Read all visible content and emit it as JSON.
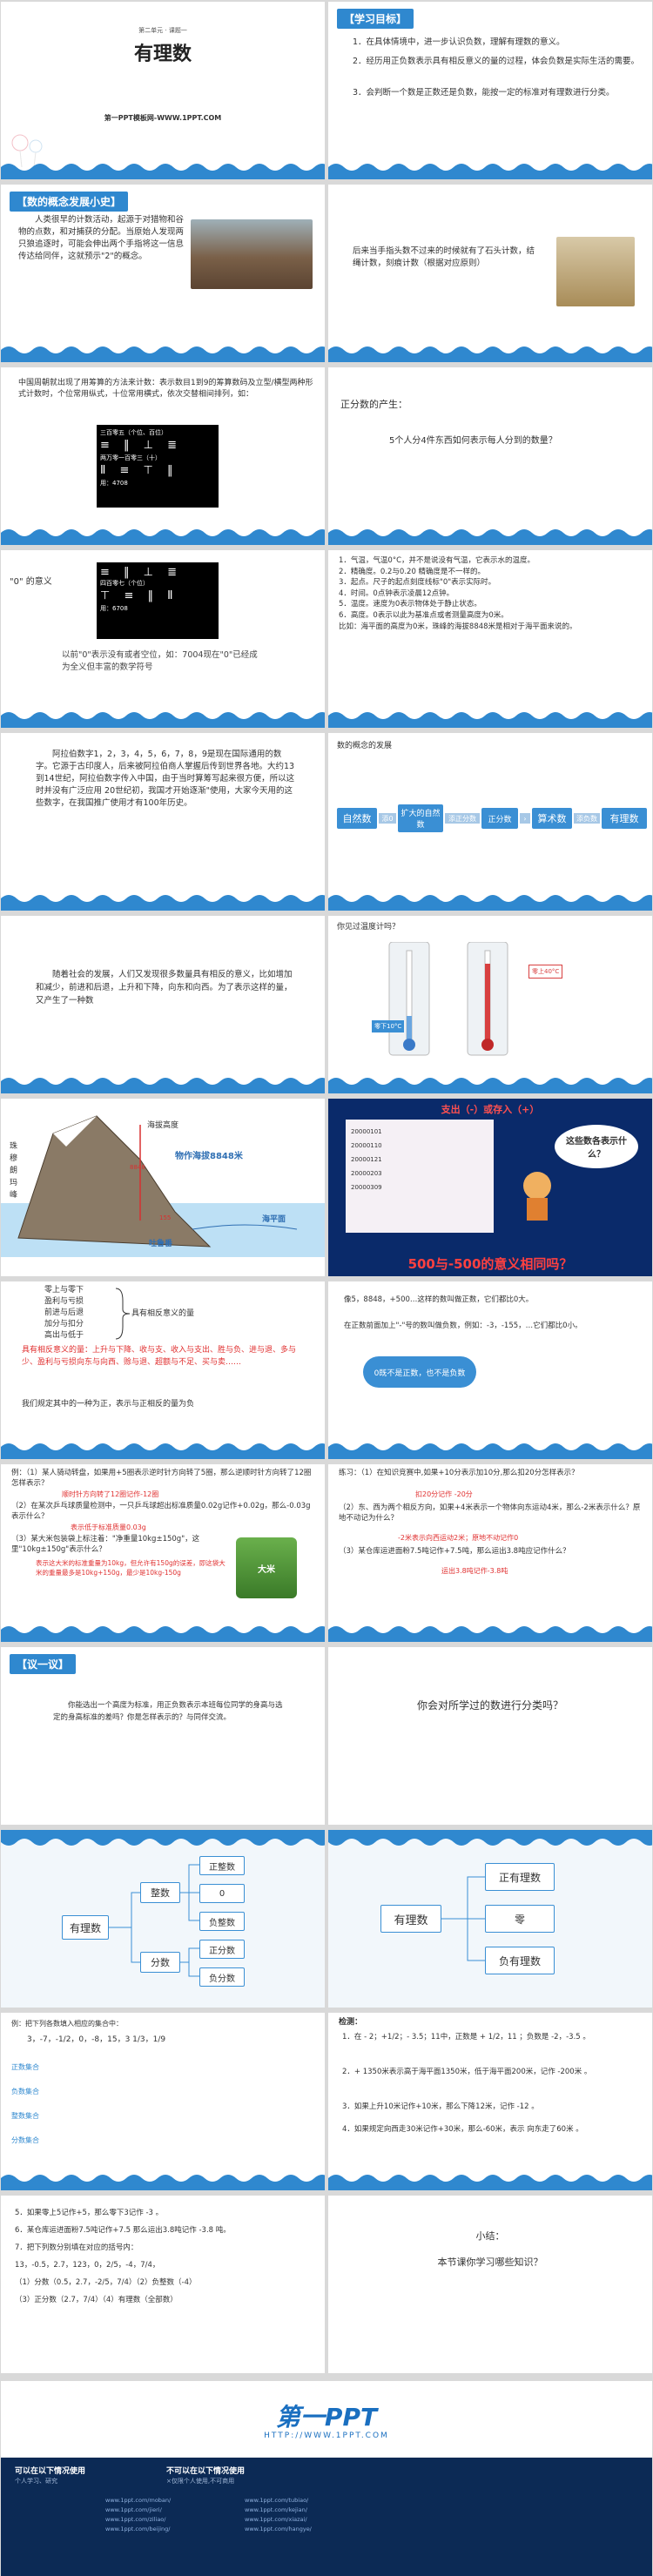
{
  "s1": {
    "unit": "第二单元 · 课题一",
    "title": "有理数",
    "footer": "第一PPT模板网-WWW.1PPT.COM"
  },
  "s2": {
    "tag": "【学习目标】",
    "items": [
      "1．在具体情境中，进一步认识负数，理解有理数的意义。",
      "2．经历用正负数表示具有相反意义的量的过程，体会负数是实际生活的需要。",
      "3．会判断一个数是正数还是负数，能按一定的标准对有理数进行分类。"
    ]
  },
  "s3": {
    "tag": "【数的概念发展小史】",
    "text": "人类很早的计数活动，起源于对猎物和谷物的点数，和对捕获的分配。当原始人发现两只狼追逐时，可能会伸出两个手指将这一信息传达给同伴，这就预示\"2\"的概念。"
  },
  "s4": {
    "text": "后来当手指头数不过来的时候就有了石头计数，结绳计数，刻痕计数（根据对应原则）"
  },
  "s5": {
    "text": "中国周朝就出现了用筹算的方法来计数：表示数目1到9的筹算数码及立型/横型两种形式计数时，个位常用纵式，十位常用横式，依次交替相间排列，如：",
    "rows": [
      "三百零五（个位、百位）",
      "两万零一百零三（十）",
      "四百零七（个位）"
    ],
    "nums": [
      "用：4708",
      "用：6708"
    ]
  },
  "s6": {
    "title": "正分数的产生：",
    "text": "5个人分4件东西如何表示每人分到的数量？"
  },
  "s7": {
    "title": "\"0\" 的意义",
    "text": "以前\"0\"表示没有或者空位，如：7004现在\"0\"已经成为全义但丰富的数学符号"
  },
  "s8": {
    "items": [
      "1．气温，气温0°C，并不是说没有气温，它表示水的温度。",
      "2．精确度。0.2与0.20 精确度是不一样的。",
      "3．起点。尺子的起点刻度线标\"0\"表示实际时。",
      "4．时间。0点钟表示凌晨12点钟。",
      "5．温度。速度为0表示物体处于静止状态。",
      "6．高度。0表示以此为基准点或者测量高度为0米。",
      "比如：海平面的高度为0米，珠峰的海拔8848米是相对于海平面来说的。"
    ]
  },
  "s9": {
    "text": "阿拉伯数字1，2，3，4，5，6，7，8，9是现在国际通用的数字。它源于古印度人，后来被阿拉伯商人掌握后传到世界各地。大约13到14世纪，阿拉伯数字传入中国，由于当时算筹写起来很方便，所以这时并没有广泛应用 20世纪初，我国才开始逐渐\"使用，大家今天用的这些数字，在我国推广使用才有100年历史。"
  },
  "s10": {
    "title": "数的概念的发展",
    "flow": [
      "自然数",
      "扩大的自然数",
      "正分数",
      "算术数",
      "有理数"
    ],
    "arrows": [
      "添0",
      "添正分数",
      "添负数"
    ]
  },
  "s11": {
    "text": "随着社会的发展，人们又发现很多数量具有相反的意义，比如增加和减少，前进和后退，上升和下降，向东和向西。为了表示这样的量，又产生了一种数"
  },
  "s12": {
    "title": "你见过温度计吗？",
    "labels": [
      "零上40°C",
      "零下10°C"
    ]
  },
  "s13": {
    "labels": [
      "珠穆朗玛峰",
      "海拔高度",
      "物作海拔8848米",
      "8848",
      "155",
      "海平面",
      "吐鲁番"
    ]
  },
  "s14": {
    "title": "支出（-）或存入（+）",
    "bubble": "这些数各表示什么？",
    "caption": "500与-500的意义相同吗？",
    "rows": [
      "20000101",
      "20000110",
      "20000121",
      "20000203",
      "20000309"
    ]
  },
  "s15": {
    "pairs": [
      "零上与零下",
      "盈利与亏损",
      "前进与后退",
      "加分与扣分",
      "高出与低于"
    ],
    "right": "具有相反意义的量",
    "text1": "具有相反意义的量：上升与下降、收与支、收入与支出、胜与负、进与退、多与少、盈利与亏损向东与向西、赊与退、超额与不足、买与卖……",
    "text2": "我们规定其中的一种为正，表示与正相反的量为负"
  },
  "s16": {
    "t1": "像5，8848，+500…这样的数叫做正数，它们都比0大。",
    "t2": "在正数前面加上\"-\"号的数叫做负数，例如：-3，-155，…它们都比0小。",
    "bubble": "0既不是正数，也不是负数"
  },
  "s17": {
    "q1": "例：（1）某人骑动转盘，如果用+5圈表示逆时针方向转了5圈，那么逆顺时针方向转了12圈怎样表示？",
    "a1": "顺时针方向转了12圈记作-12圈",
    "q2": "（2）在某次乒乓球质量检测中，一只乒乓球超出标准质量0.02g记作+0.02g，那么-0.03g表示什么？",
    "a2": "表示低于标准质量0.03g",
    "q3": "（3）某大米包装袋上标注着：\"净重量10kg±150g\"，这里\"10kg±150g\"表示什么？",
    "a3": "表示这大米的标准重量为10kg，但允许有150g的误差，即这袋大米的重量最多是10kg+150g，最少是10kg-150g",
    "bag": "大米"
  },
  "s18": {
    "q1": "练习：（1）在知识竞赛中,如果+10分表示加10分,那么扣20分怎样表示？",
    "a1": "扣20分记作 -20分",
    "q2": "（2）东、西为两个相反方向，如果+4米表示一个物体向东运动4米，那么-2米表示什么？原地不动记为什么？",
    "a2": "-2米表示向西运动2米；原地不动记作0",
    "q3": "（3）某仓库运进面粉7.5吨记作+7.5吨，那么运出3.8吨应记作什么？",
    "a3": "运出3.8吨记作-3.8吨"
  },
  "s19": {
    "tag": "【议一议】",
    "text": "你能选出一个高度为标准，用正负数表示本班每位同学的身高与选定的身高标准的差吗？你是怎样表示的？与同伴交流。"
  },
  "s20": {
    "text": "你会对所学过的数进行分类吗？"
  },
  "s21": {
    "root": "有理数",
    "mid": [
      "整数",
      "分数"
    ],
    "leaf": [
      "正整数",
      "0",
      "负整数",
      "正分数",
      "负分数"
    ]
  },
  "s22": {
    "root": "有理数",
    "leaf": [
      "正有理数",
      "零",
      "负有理数"
    ]
  },
  "s23": {
    "q": "例：把下列各数填入相应的集合中：",
    "nums": "3，-7，-1/2，0，-8，15，3 1/3，1/9",
    "sets": [
      "正数集合",
      "负数集合",
      "整数集合",
      "分数集合"
    ]
  },
  "s24": {
    "title": "检测：",
    "items": [
      "1．在 - 2；+1/2；- 3.5；11中，正数是 + 1/2，11 ；负数是 -2，-3.5 。",
      "2．+ 1350米表示高于海平面1350米，低于海平面200米，记作 -200米 。",
      "3．如果上升10米记作+10米，那么下降12米，记作 -12 。",
      "4．如果规定向西走30米记作+30米，那么-60米，表示 向东走了60米 。"
    ]
  },
  "s25": {
    "items": [
      "5．如果零上5记作+5，那么零下3记作 -3 。",
      "6．某仓库运进面粉7.5吨记作+7.5 那么运出3.8吨记作 -3.8 吨。",
      "7．把下列数分别填在对应的括号内：",
      "13，-0.5，2.7，123，0，2/5，-4，7/4，",
      "（1）分数（0.5，2.7，-2/5，7/4）（2）负整数（-4）",
      "（3）正分数（2.7，7/4）（4）有理数（全部数）"
    ]
  },
  "s26": {
    "title": "小结：",
    "text": "本节课你学习哪些知识？"
  },
  "footer": {
    "logo": "第一PPT",
    "url": "HTTP://WWW.1PPT.COM",
    "col1_title": "可以在以下情况使用",
    "col2_title": "不可以在以下情况使用",
    "col1_sub": "个人学习、研究",
    "col2_sub": "×仅限个人使用,不可商用",
    "links": [
      "www.1ppt.com/moban/",
      "www.1ppt.com/jieri/",
      "www.1ppt.com/ziliao/",
      "www.1ppt.com/beijing/",
      "www.1ppt.com/tubiao/",
      "www.1ppt.com/kejian/",
      "www.1ppt.com/xiazai/",
      "www.1ppt.com/hangye/"
    ]
  },
  "colors": {
    "accent": "#2f88cf",
    "red": "#e03030",
    "bg": "#d9d9d9"
  }
}
